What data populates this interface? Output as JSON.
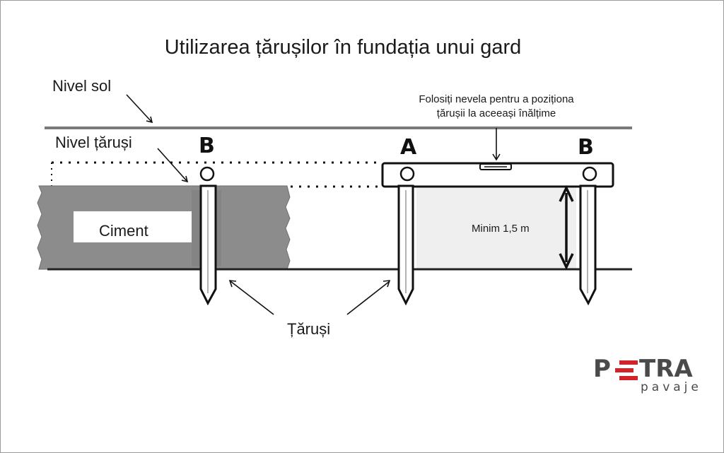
{
  "title": "Utilizarea țărușilor în fundația unui gard",
  "labels": {
    "ground_level": "Nivel sol",
    "stake_level": "Nivel țăruși",
    "cement": "Ciment",
    "stakes": "Țăruși",
    "min_depth": "Minim 1,5 m",
    "level_note_line1": "Folosiți nevela pentru a poziționa",
    "level_note_line2": "țărușii la aceeași înălțime"
  },
  "stake_letters": {
    "left": "B",
    "middle": "A",
    "right": "B"
  },
  "logo": {
    "main_before": "P",
    "main_after": "TRA",
    "sub": "pavaje"
  },
  "colors": {
    "cement_fill": "#8c8c8c",
    "trench_fill": "#efefef",
    "logo_accent": "#d2232a",
    "logo_text": "#4a4a4a"
  }
}
